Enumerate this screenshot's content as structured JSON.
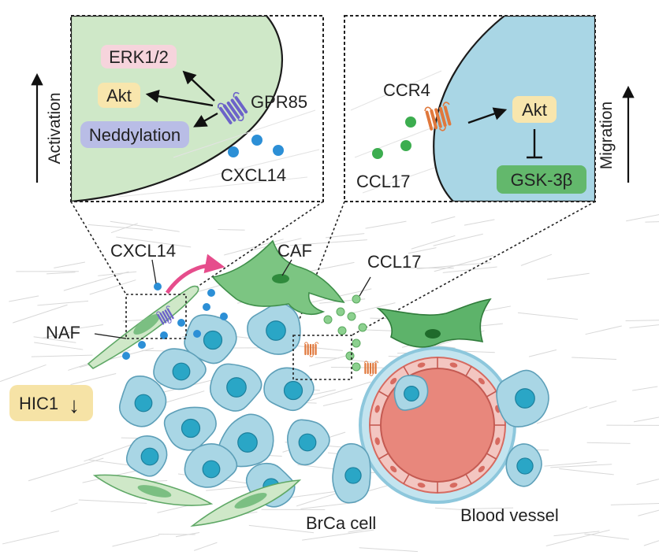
{
  "left_panel": {
    "side_label": "Activation",
    "erk": "ERK1/2",
    "akt": "Akt",
    "neddylation": "Neddylation",
    "receptor": "GPR85",
    "ligand": "CXCL14"
  },
  "right_panel": {
    "side_label": "Migration",
    "receptor": "CCR4",
    "ligand": "CCL17",
    "akt": "Akt",
    "gsk": "GSK-3β"
  },
  "scene": {
    "cxcl14": "CXCL14",
    "caf": "CAF",
    "ccl17": "CCL17",
    "naf": "NAF",
    "hic1": "HIC1",
    "hic1_arrow": "↓",
    "brca": "BrCa cell",
    "vessel": "Blood vessel"
  },
  "colors": {
    "green_cell": "#cfe8c8",
    "blue_cell": "#a9d6e5",
    "nucleus": "#2aa6c6",
    "caf_green": "#5db36a",
    "vessel_red": "#e8877c",
    "erk_box": "#f6d4dc",
    "akt_box": "#f8e6ad",
    "nedd_box": "#b9bde6",
    "gsk_box": "#63b86c",
    "hic1_box": "#f6e3a6",
    "receptor_purple": "#6c63c9",
    "receptor_orange": "#e0783c",
    "magenta_arrow": "#e64d8c"
  }
}
